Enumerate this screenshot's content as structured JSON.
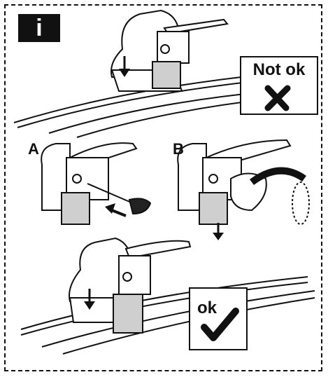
{
  "badge": {
    "text": "i"
  },
  "panels": {
    "top": {
      "verdict": "Not ok",
      "verdict_icon": "cross-icon"
    },
    "a": {
      "label": "A"
    },
    "b": {
      "label": "B"
    },
    "bottom": {
      "verdict": "ok",
      "verdict_icon": "check-icon"
    }
  },
  "colors": {
    "line": "#111111",
    "pad": "#cfcfcf",
    "background": "#ffffff"
  }
}
